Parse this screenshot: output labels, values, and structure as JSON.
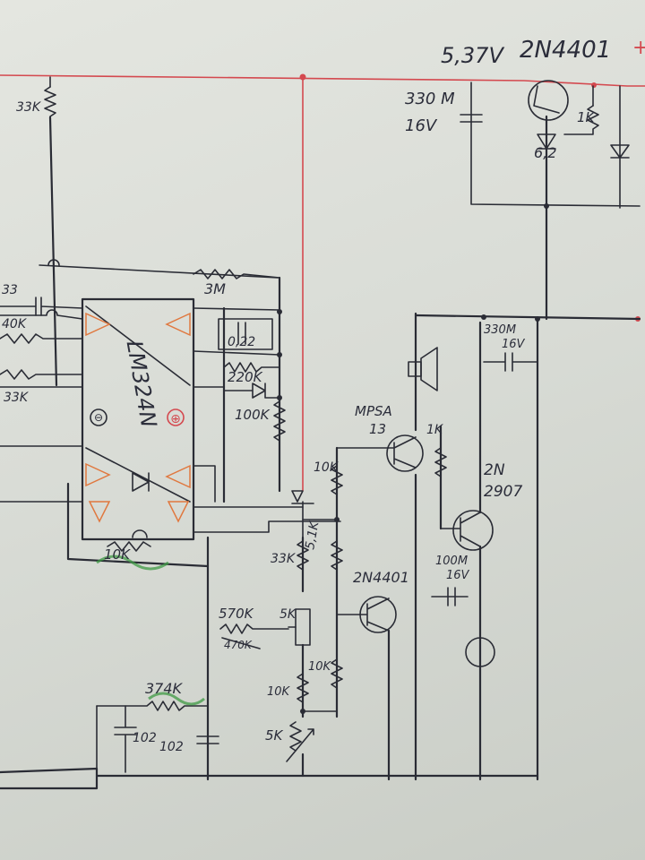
{
  "supply": {
    "voltage": "5,37V",
    "regulator_transistor": "2N4401",
    "plus_sign": "+"
  },
  "components": {
    "c_supply": "330 M",
    "c_supply_voltage": "16V",
    "zener": "6,2",
    "r_reg": "1K",
    "r_top_left": "33K",
    "c_left": "33",
    "r_left_2": "40K",
    "r_left_3": "33K",
    "r_feedback": "3M",
    "c_feedback": "0,22",
    "r_220k": "220K",
    "r_100k": "100K",
    "opamp": "LM324N",
    "label_minus": "⊖",
    "label_plus": "⊕",
    "r_10k_bottom": "10K",
    "transistor_driver": "MPSA",
    "transistor_driver_2": "13",
    "r_10k_base": "10K",
    "r_1k_col": "1K",
    "transistor_pnp": "2N",
    "transistor_pnp_2": "2907",
    "c_speaker": "330M",
    "c_speaker_voltage": "16V",
    "c_100m": "100M",
    "c_100m_voltage": "16V",
    "r_33k_mid": "33K",
    "r_51k": "5,1K",
    "transistor_bottom": "2N4401",
    "r_570k": "570K",
    "r_570k_struck": "470K",
    "pot_5k": "5K",
    "r_10k_a": "10K",
    "r_10k_b": "10K",
    "pot_5k_b": "5K",
    "r_374k": "374K",
    "c_102_a": "102",
    "c_102_b": "102"
  },
  "ink_colors": {
    "wire": "#2a2c35",
    "supply_wire": "#d4494f",
    "highlight": "#3f9a44",
    "opamp_markings": "#e0783f"
  }
}
